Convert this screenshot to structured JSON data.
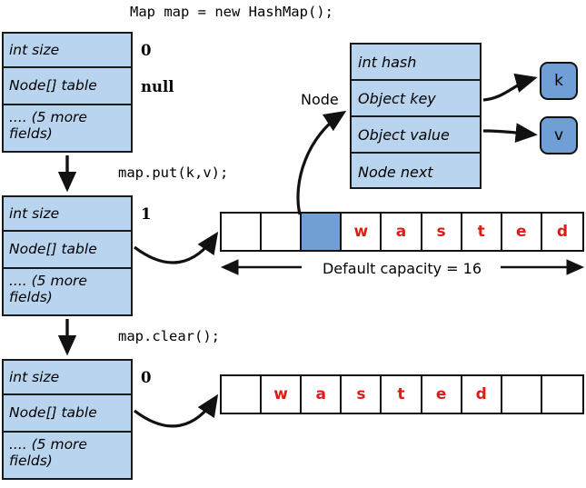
{
  "title_code": "Map map = new HashMap();",
  "steps": [
    {
      "code": "",
      "size_value": "0",
      "table_value": "null",
      "fields": [
        "int size",
        "Node[] table",
        ".... (5 more fields)"
      ]
    },
    {
      "code": "map.put(k,v);",
      "size_value": "1",
      "table_value": "",
      "fields": [
        "int size",
        "Node[] table",
        ".... (5 more fields)"
      ]
    },
    {
      "code": "map.clear();",
      "size_value": "0",
      "table_value": "",
      "fields": [
        "int size",
        "Node[] table",
        ".... (5 more fields)"
      ]
    }
  ],
  "struct_rows": {
    "size": "int size",
    "table": "Node[] table",
    "more_a": ".... (5 more",
    "more_b": "fields)"
  },
  "node": {
    "label": "Node",
    "rows": [
      "int hash",
      "Object key",
      "Object value",
      "Node next"
    ],
    "key_pill": "k",
    "value_pill": "v"
  },
  "arrays": {
    "after_put": {
      "cells": [
        "",
        "",
        "",
        "w",
        "a",
        "s",
        "t",
        "e",
        "d"
      ],
      "filled_index": 2,
      "caption": "Default capacity = 16"
    },
    "after_clear": {
      "cells": [
        "",
        "w",
        "a",
        "s",
        "t",
        "e",
        "d",
        "",
        ""
      ],
      "filled_index": -1,
      "caption": ""
    }
  },
  "colors": {
    "struct_fill": "#b9d4ee",
    "node_fill": "#b9d4ee",
    "pill_fill": "#6f9fd5",
    "filled_cell": "#6f9fd5",
    "letter_red": "#e01b16",
    "stroke": "#111111"
  }
}
